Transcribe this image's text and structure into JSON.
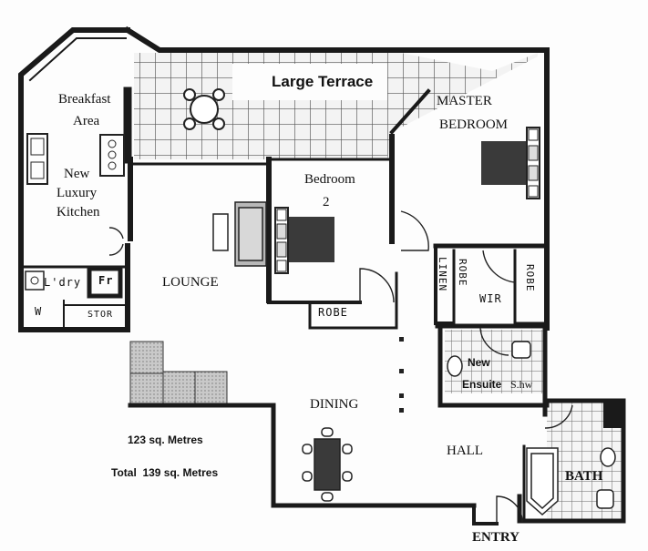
{
  "plan": {
    "rooms": {
      "breakfast_area_line1": "Breakfast",
      "breakfast_area_line2": "Area",
      "kitchen_line1": "New",
      "kitchen_line2": "Luxury",
      "kitchen_line3": "Kitchen",
      "large_terrace": "Large Terrace",
      "master_bedroom_line1": "MASTER",
      "master_bedroom_line2": "BEDROOM",
      "bedroom2_line1": "Bedroom",
      "bedroom2_line2": "2",
      "lounge": "LOUNGE",
      "laundry": "L'dry",
      "fridge": "Fr",
      "washer": "W",
      "store": "STOR",
      "robe_bed2": "ROBE",
      "linen": "LINEN",
      "robe_wir_left": "ROBE",
      "wir": "WIR",
      "robe_wir_right": "ROBE",
      "ensuite_line1": "New",
      "ensuite_line2": "Ensuite",
      "shower": "S.hw",
      "dining": "DINING",
      "hall": "HALL",
      "bath": "BATH",
      "entry": "ENTRY"
    },
    "area": {
      "internal": "123 sq. Metres",
      "total": "Total  139 sq. Metres"
    }
  },
  "colors": {
    "wall": "#1a1a1a",
    "tile_fill": "#f3f3f3",
    "tile_line": "#555555",
    "bed_fill": "#3a3a3a",
    "sofa_fill": "#b8b8b8"
  }
}
